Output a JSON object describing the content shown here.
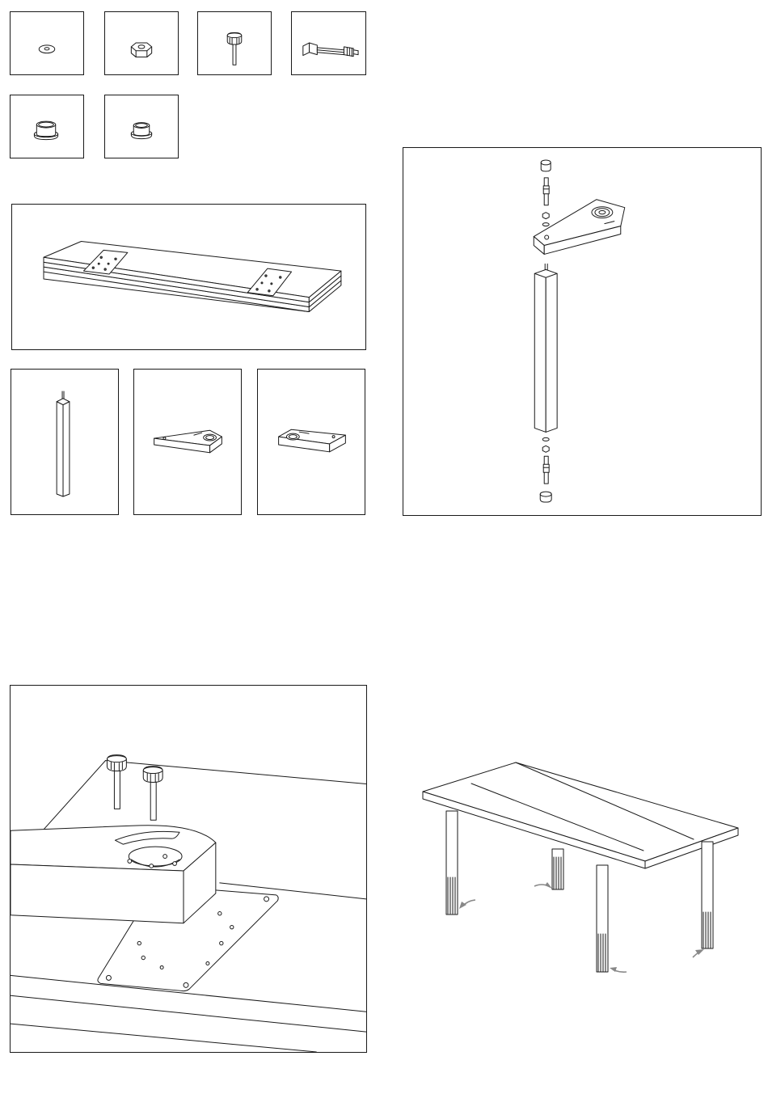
{
  "page": {
    "type": "assembly-instructions",
    "text": []
  },
  "hardware_parts": [
    {
      "name": "washer-icon"
    },
    {
      "name": "hex-nut-icon"
    },
    {
      "name": "cap-screw-icon"
    },
    {
      "name": "threaded-connector-bolt-icon"
    },
    {
      "name": "large-foot-glide-icon"
    },
    {
      "name": "small-foot-glide-icon"
    }
  ],
  "components": [
    {
      "name": "tabletop-planks-icon"
    },
    {
      "name": "square-leg-icon"
    },
    {
      "name": "corner-bracket-left-icon"
    },
    {
      "name": "corner-bracket-right-icon"
    }
  ],
  "steps": [
    {
      "name": "leg-exploded-assembly-diagram"
    },
    {
      "name": "bracket-to-plate-detail-diagram"
    },
    {
      "name": "completed-table-diagram"
    }
  ],
  "colors": {
    "line": "#1a1a1a",
    "arrow": "#888888",
    "paper": "#ffffff"
  }
}
